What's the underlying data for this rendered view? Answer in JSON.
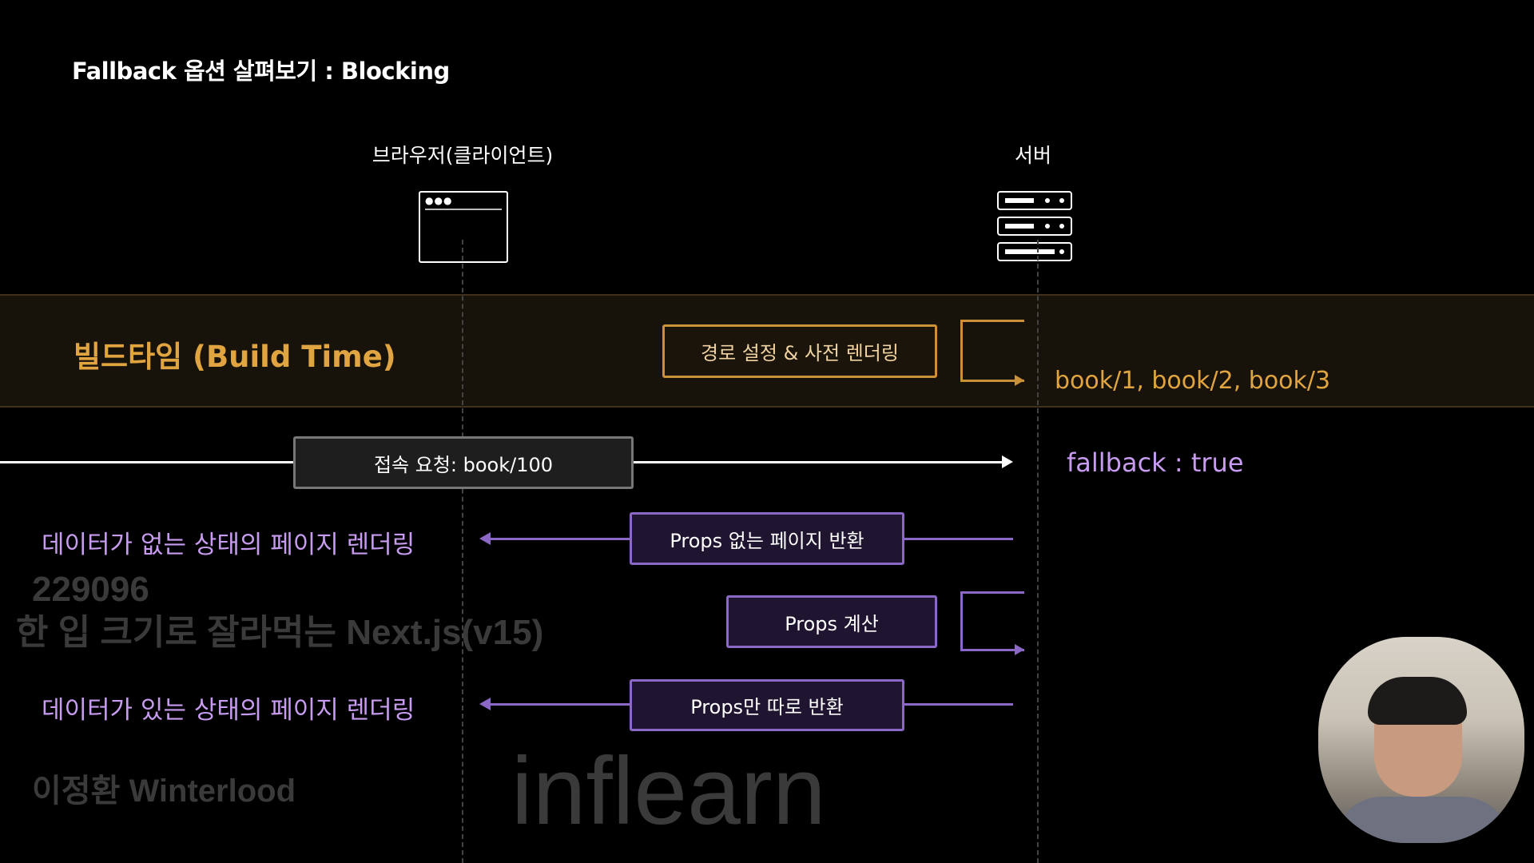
{
  "title": "Fallback 옵션 살펴보기 : Blocking",
  "actors": {
    "browser": "브라우저(클라이언트)",
    "server": "서버"
  },
  "build_time": {
    "label": "빌드타임 (Build Time)",
    "box": "경로 설정 & 사전 렌더링",
    "result": "book/1, book/2, book/3"
  },
  "request": {
    "box": "접속 요청:  book/100",
    "note": "fallback : true"
  },
  "steps": [
    {
      "label": "데이터가 없는 상태의 페이지 렌더링",
      "box": "Props 없는 페이지 반환"
    },
    {
      "box": "Props 계산"
    },
    {
      "label": "데이터가 있는 상태의 페이지 렌더링",
      "box": "Props만 따로 반환"
    }
  ],
  "watermark": {
    "logo": "inflearn",
    "id": "229096",
    "course": "한 입 크기로 잘라먹는 Next.js(v15)",
    "author": "이정환 Winterlood"
  },
  "colors": {
    "gold": "#e0a440",
    "purple": "#c79cf0",
    "box_purple": "#8c68c6"
  }
}
